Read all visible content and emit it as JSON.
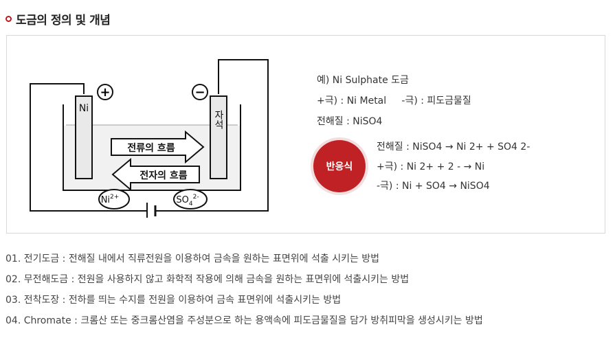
{
  "section": {
    "title": "도금의 정의 및 개념",
    "accent_color": "#c0191d"
  },
  "diagram": {
    "plus_sign": "+",
    "minus_sign": "−",
    "anode_label": "Ni",
    "cathode_label": "자석",
    "current_flow": "전류의 흐름",
    "electron_flow": "전자의 흐름",
    "ion_ni": "Ni",
    "ion_ni_charge": "2+",
    "ion_so4": "SO",
    "ion_so4_sub": "4",
    "ion_so4_charge": "2-"
  },
  "info": {
    "example": "예) Ni Sulphate 도금",
    "electrodes": "+극) : Ni Metal     -극) : 피도금물질",
    "electrolyte": "전해질 : NiSO4"
  },
  "reaction": {
    "badge": "반응식",
    "color": "#bf2125",
    "lines": [
      "전해질 : NiSO4  → Ni 2+ + SO4 2-",
      "+극) : Ni 2+ + 2 -  → Ni",
      "-극) : Ni + SO4 → NiSO4"
    ]
  },
  "definitions": [
    "01. 전기도금 : 전해질 내에서 직류전원을 이용하여 금속을 원하는 표면위에 석출 시키는 방법",
    "02. 무전해도금 : 전원을 사용하지 않고 화학적 작용에 의해 금속을 원하는 표면위에 석출시키는 방법",
    "03. 전착도장 : 전하를 띄는 수지를 전원을 이용하여 금속 표면위에 석출시키는 방법",
    "04. Chromate  : 크롬산 또는 중크롬산염을 주성분으로 하는 용액속에 피도금물질을 담가 방취피막을 생성시키는 방법"
  ]
}
